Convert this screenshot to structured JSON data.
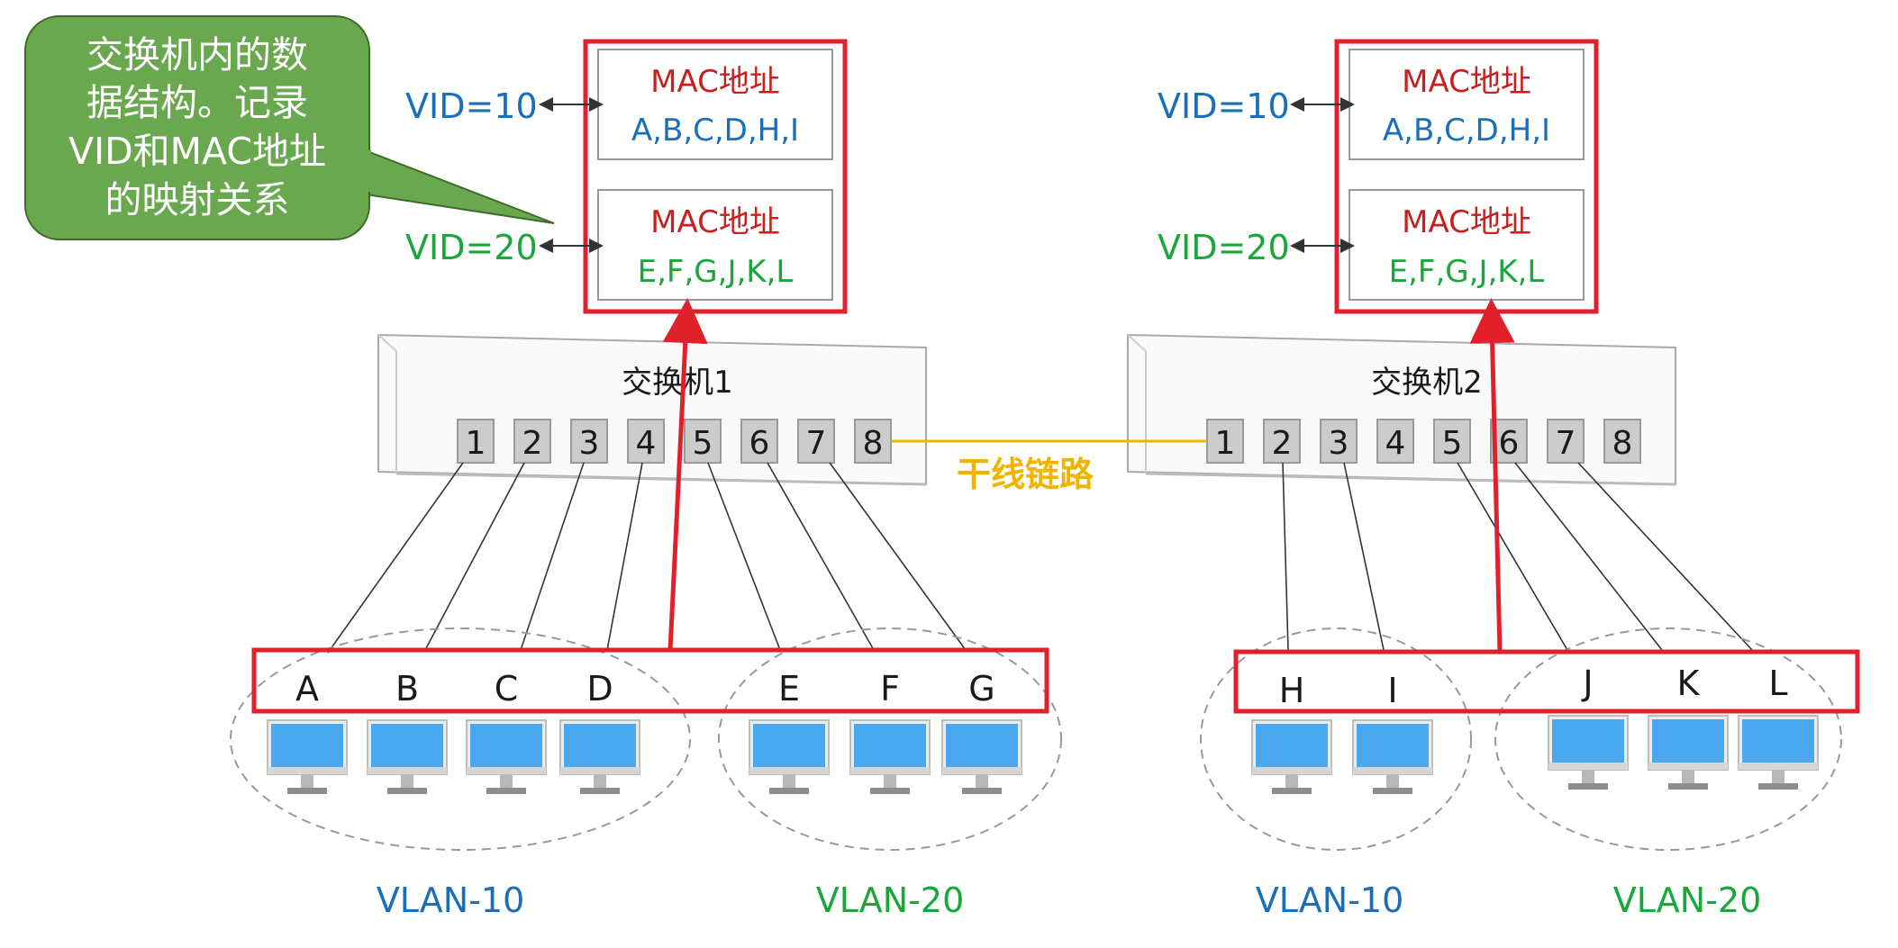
{
  "callout": {
    "lines": [
      "交换机内的数",
      "据结构。记录",
      "VID和MAC地址",
      "的映射关系"
    ],
    "fill": "#6aa84f"
  },
  "tables": [
    {
      "rows": [
        {
          "vid": "VID=10",
          "header": "MAC地址",
          "macs": "A,B,C,D,H,I",
          "color": "#1a6fb8"
        },
        {
          "vid": "VID=20",
          "header": "MAC地址",
          "macs": "E,F,G,J,K,L",
          "color": "#19a63a"
        }
      ]
    },
    {
      "rows": [
        {
          "vid": "VID=10",
          "header": "MAC地址",
          "macs": "A,B,C,D,H,I",
          "color": "#1a6fb8"
        },
        {
          "vid": "VID=20",
          "header": "MAC地址",
          "macs": "E,F,G,J,K,L",
          "color": "#19a63a"
        }
      ]
    }
  ],
  "switches": [
    {
      "name": "交换机1",
      "ports": [
        "1",
        "2",
        "3",
        "4",
        "5",
        "6",
        "7",
        "8"
      ]
    },
    {
      "name": "交换机2",
      "ports": [
        "1",
        "2",
        "3",
        "4",
        "5",
        "6",
        "7",
        "8"
      ]
    }
  ],
  "trunk_label": "干线链路",
  "hosts_left": [
    "A",
    "B",
    "C",
    "D",
    "E",
    "F",
    "G"
  ],
  "hosts_right": [
    "H",
    "I",
    "J",
    "K",
    "L"
  ],
  "vlan_labels": [
    "VLAN-10",
    "VLAN-20",
    "VLAN-10",
    "VLAN-20"
  ],
  "colors": {
    "highlight": "#e0212b",
    "vlan10": "#1a6fb8",
    "vlan20": "#19a63a",
    "trunk": "#f0b400",
    "monitor": "#4aa8ee"
  }
}
